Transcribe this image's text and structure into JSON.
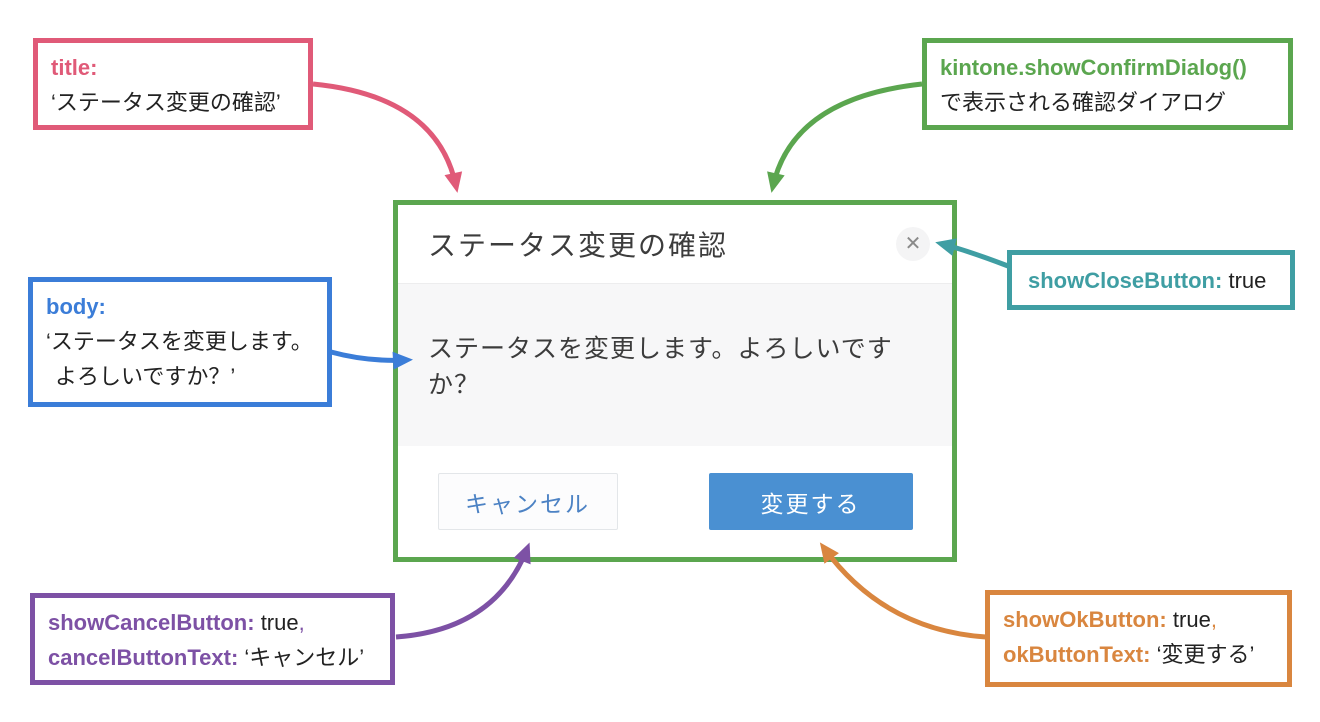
{
  "colors": {
    "pink": "#e05a78",
    "green": "#5ba64f",
    "blue": "#3b7dd8",
    "teal": "#3f9ea3",
    "purple": "#7d51a5",
    "orange": "#d9863f",
    "ok_button_bg": "#4a90d2",
    "cancel_button_text": "#4c82c4",
    "dialog_body_bg": "#f7f7f8"
  },
  "dialog": {
    "title": "ステータス変更の確認",
    "close_icon": "✕",
    "body": "ステータスを変更します。よろしいですか？",
    "cancel_label": "キャンセル",
    "ok_label": "変更する"
  },
  "annotations": {
    "title_box": {
      "property": "title:",
      "value": "‘ステータス変更の確認’"
    },
    "api_box": {
      "code": "kintone.showConfirmDialog()",
      "description": "で表示される確認ダイアログ"
    },
    "body_box": {
      "property": "body:",
      "value_line1": "‘ステータスを変更します。",
      "value_line2": "よろしいですか？’"
    },
    "close_box": {
      "property": "showCloseButton:",
      "value": "true"
    },
    "cancel_box": {
      "property1": "showCancelButton:",
      "value1": "true",
      "comma": ",",
      "property2": "cancelButtonText:",
      "value2": "‘キャンセル’"
    },
    "ok_box": {
      "property1": "showOkButton:",
      "value1": "true",
      "comma": ",",
      "property2": "okButtonText:",
      "value2": "‘変更する’"
    }
  }
}
